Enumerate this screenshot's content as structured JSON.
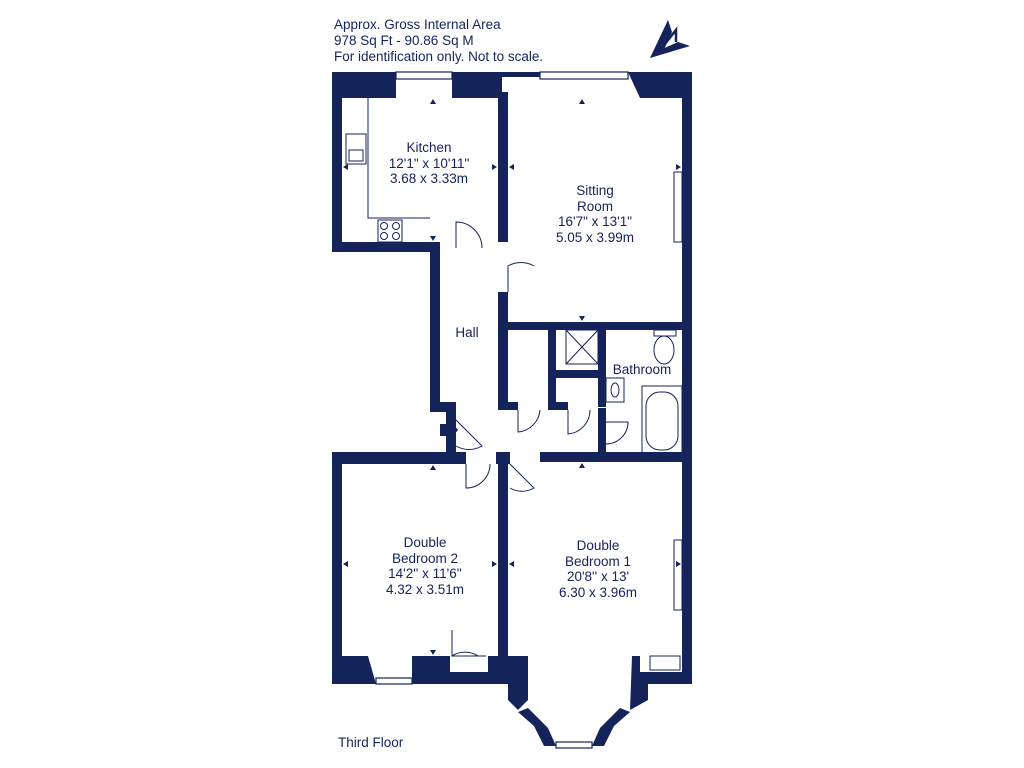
{
  "header": {
    "area_title": "Approx. Gross Internal Area",
    "area_value": "978 Sq Ft  -  90.86 Sq M",
    "disclaimer": "For identification only. Not to scale."
  },
  "floor_label": "Third Floor",
  "colors": {
    "wall": "#14235a",
    "background": "#ffffff"
  },
  "icons": [
    "north-arrow-icon",
    "entrance-arrow-icon",
    "sink-icon",
    "hob-icon",
    "toilet-icon",
    "bath-icon",
    "shower-icon",
    "basin-icon"
  ],
  "rooms": {
    "kitchen": {
      "name": "Kitchen",
      "imperial": "12'1\" x 10'11\"",
      "metric": "3.68 x 3.33m"
    },
    "sitting_room": {
      "name_line1": "Sitting",
      "name_line2": "Room",
      "imperial": "16'7\" x 13'1\"",
      "metric": "5.05 x 3.99m"
    },
    "hall": {
      "name": "Hall"
    },
    "bathroom": {
      "name": "Bathroom"
    },
    "bedroom2": {
      "name_line1": "Double",
      "name_line2": "Bedroom 2",
      "imperial": "14'2'' x 11'6''",
      "metric": "4.32 x 3.51m"
    },
    "bedroom1": {
      "name_line1": "Double",
      "name_line2": "Bedroom 1",
      "imperial": "20'8'' x 13'",
      "metric": "6.30 x 3.96m"
    }
  }
}
